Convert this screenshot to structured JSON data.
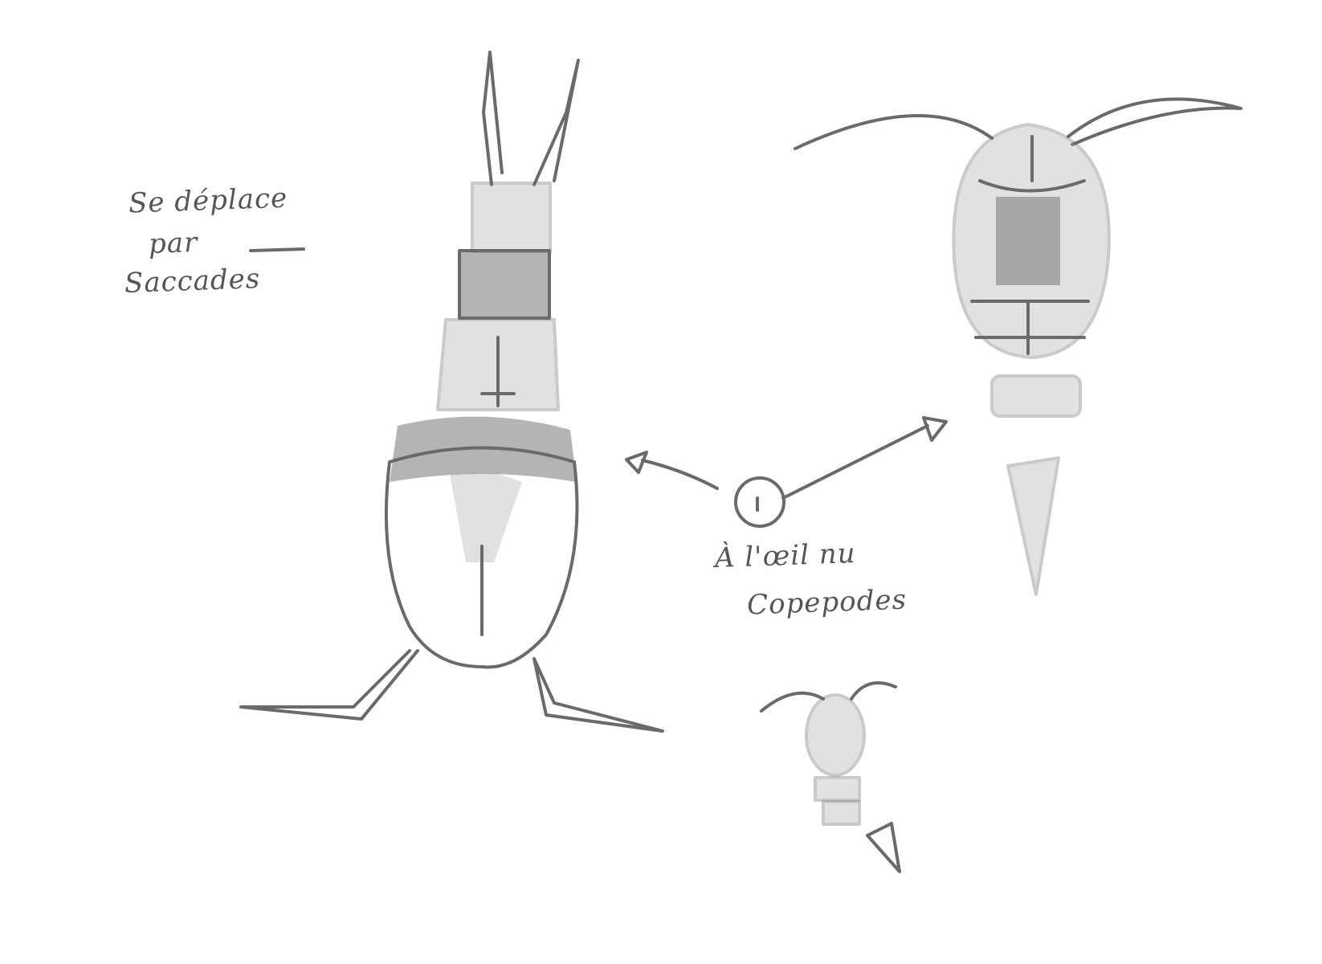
{
  "notes": {
    "movement_line1": "Se déplace",
    "movement_line2": "par",
    "movement_line3": "Saccades",
    "eye_line1": "À l'œil nu",
    "eye_line2": "Copepodes"
  },
  "colors": {
    "pencil": "#6a6a6a",
    "paper": "#ffffff"
  }
}
